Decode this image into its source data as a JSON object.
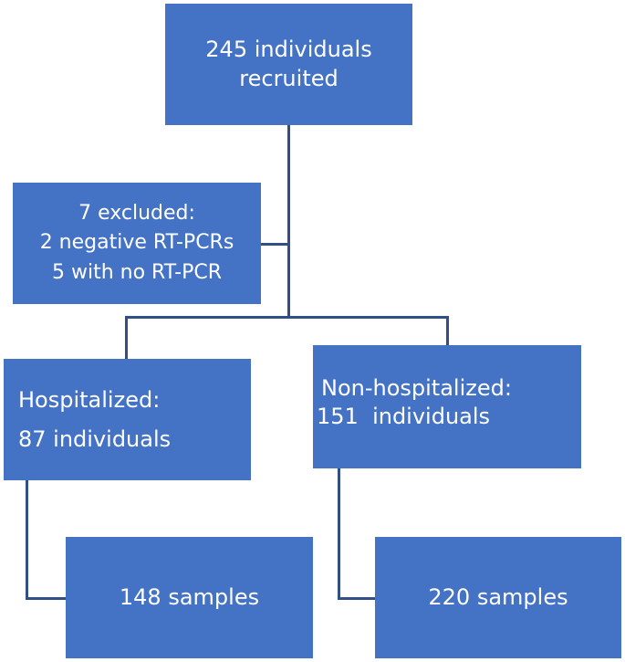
{
  "boxes": {
    "recruited": {
      "line1": "245 individuals",
      "line2": "recruited"
    },
    "excluded": {
      "line1": "7 excluded:",
      "line2": "2 negative RT-PCRs",
      "line3": "5 with no RT-PCR"
    },
    "hospitalized": {
      "line1": "Hospitalized:",
      "line2": "87 individuals"
    },
    "non_hospitalized": {
      "line1": "Non-hospitalized:",
      "line2": "151  individuals"
    },
    "samples_hospitalized": {
      "text": "148 samples"
    },
    "samples_non_hospitalized": {
      "text": "220 samples"
    }
  },
  "colors": {
    "box_fill": "#4472c4",
    "connector": "#2f4f86",
    "box_text": "#ffffff"
  }
}
